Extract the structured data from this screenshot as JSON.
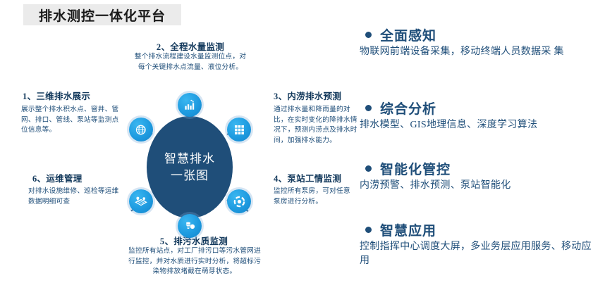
{
  "header": {
    "title": "排水测控一体化平台"
  },
  "diagram": {
    "hub": {
      "line1": "智慧排水",
      "line2": "一张图"
    },
    "nodes": [
      {
        "id": "node-1",
        "icon": "globe-network-icon",
        "title": "1、三维排水展示",
        "desc": "展示整个排水积水点、窨井、管网、排口、管线、泵站等监测点位信息等。"
      },
      {
        "id": "node-2",
        "icon": "bar-chart-growth-icon",
        "title": "2、全程水量监测",
        "desc": "整个排水流程建设水量监测位点，对每个关键排水点流量、液位分析。"
      },
      {
        "id": "node-3",
        "icon": "grid-apps-icon",
        "title": "3、内涝排水预测",
        "desc": "通过排水量和降雨量的对比，在实时变化的降排水情况下，预测内涝点及排水时间，加强排水能力。"
      },
      {
        "id": "node-4",
        "icon": "gear-target-icon",
        "title": "4、泵站工情监测",
        "desc": "监控所有泵房，可对任意泵房进行分析。"
      },
      {
        "id": "node-5",
        "icon": "water-quality-icon",
        "title": "5、排污水质监测",
        "desc": "监控所有站点，对工厂排污口等污水管网进行监控，并对水质进行实时分析，将超标污染物排放堵截在萌芽状态。"
      },
      {
        "id": "node-6",
        "icon": "map-pins-icon",
        "title": "6、运维管理",
        "desc": "对排水设施维修、巡检等运维数据明细可查"
      }
    ]
  },
  "features": [
    {
      "title": "全面感知",
      "desc": "物联网前端设备采集，移动终端人员数据采 集"
    },
    {
      "title": "综合分析",
      "desc": "排水模型、GIS地理信息、深度学习算法"
    },
    {
      "title": "智能化管控",
      "desc": "内涝预警、排水预测、泵站智能化"
    },
    {
      "title": "智慧应用",
      "desc": "控制指挥中心调度大屏，多业务层应用服务、移动应用"
    }
  ],
  "colors": {
    "hub_navy": "#1f4e79",
    "icon_blue": "#1e9be0",
    "title_bg": "#ebebeb",
    "text_navy": "#1f4e79"
  }
}
